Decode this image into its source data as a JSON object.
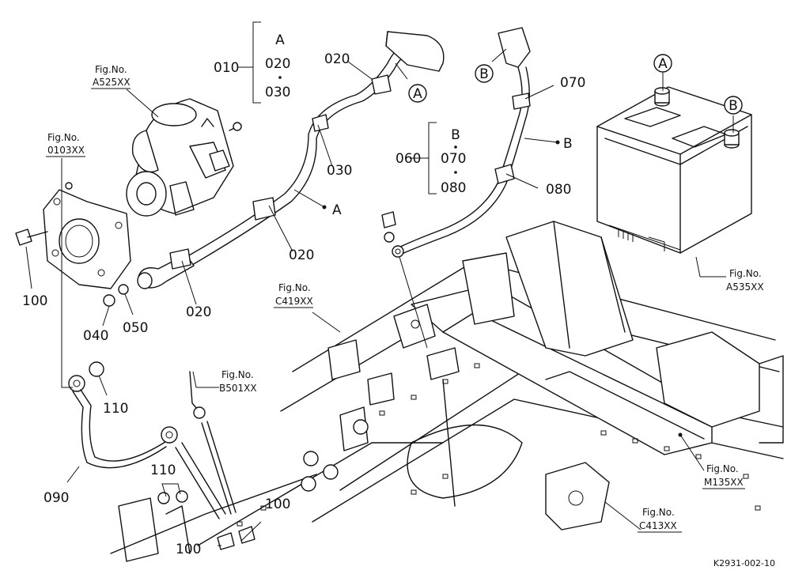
{
  "diagram_code": "K2931-002-10",
  "callout_letters": {
    "a": "A",
    "b": "B"
  },
  "kit_a": {
    "parent": "010",
    "items": [
      "020",
      "030"
    ]
  },
  "kit_b": {
    "parent": "060",
    "items": [
      "070",
      "080"
    ]
  },
  "fig_refs": {
    "a525": {
      "title": "Fig.No.",
      "code": "A525XX"
    },
    "o103": {
      "title": "Fig.No.",
      "code": "0103XX"
    },
    "c419": {
      "title": "Fig.No.",
      "code": "C419XX"
    },
    "b501": {
      "title": "Fig.No.",
      "code": "B501XX"
    },
    "a535": {
      "title": "Fig.No.",
      "code": "A535XX"
    },
    "m135": {
      "title": "Fig.No.",
      "code": "M135XX"
    },
    "c413": {
      "title": "Fig.No.",
      "code": "C413XX"
    }
  },
  "part_labels": {
    "p020_top": "020",
    "p030_mid": "030",
    "p020_cable": "020",
    "p020_term": "020",
    "p070": "070",
    "p080": "080",
    "p100_left": "100",
    "p040": "040",
    "p050": "050",
    "p110_top": "110",
    "p090": "090",
    "p110_bot": "110",
    "p100_bot1": "100",
    "p100_bot2": "100"
  }
}
